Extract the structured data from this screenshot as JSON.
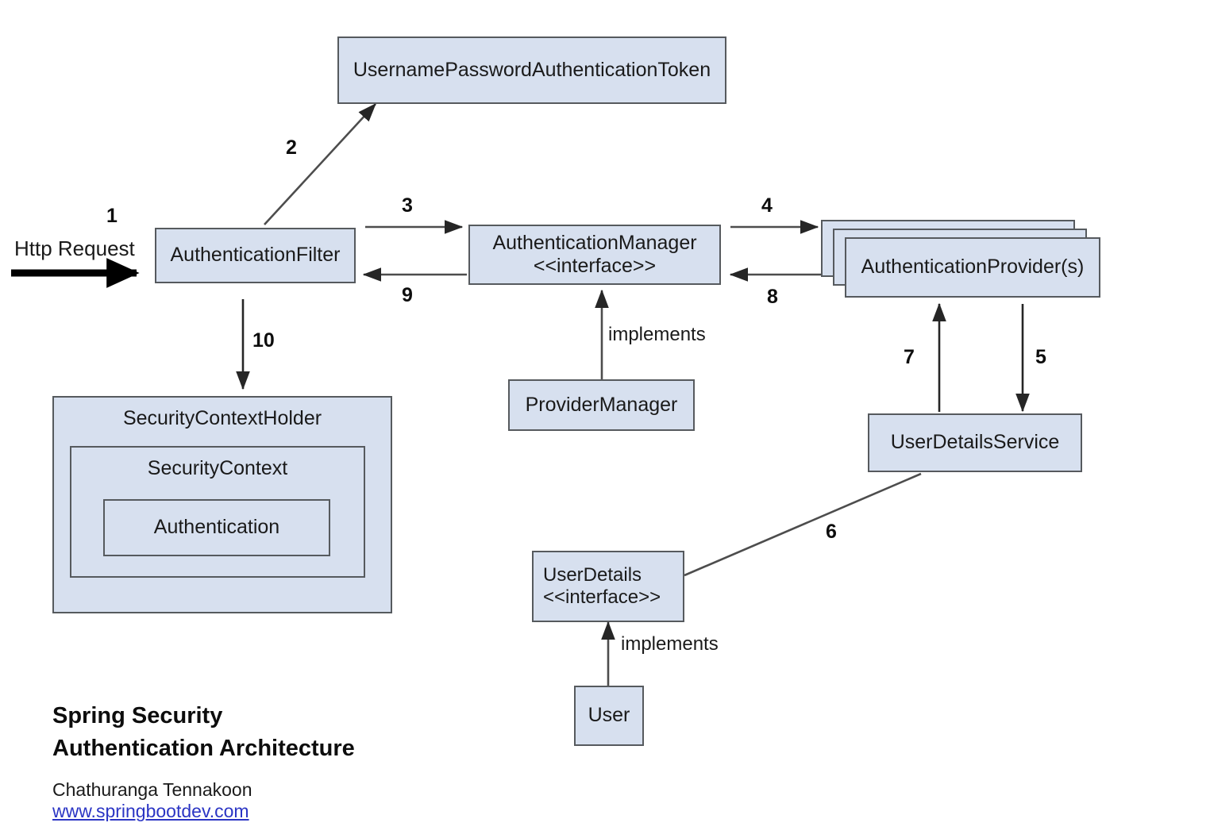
{
  "diagram": {
    "title_lines": [
      "Spring Security",
      "Authentication Architecture"
    ],
    "author": "Chathuranga Tennakoon",
    "website": "www.springbootdev.com",
    "colors": {
      "node_fill": "#d7e0ef",
      "node_border": "#565a5e",
      "link": "#2b35c4",
      "edge": "#4d4d4d",
      "text": "#1a1a1a"
    },
    "nodes": [
      {
        "id": "token",
        "label": "UsernamePasswordAuthenticationToken"
      },
      {
        "id": "auth_filter",
        "label": "AuthenticationFilter"
      },
      {
        "id": "auth_manager",
        "label": "AuthenticationManager\n<<interface>>"
      },
      {
        "id": "auth_provider",
        "label": "AuthenticationProvider(s)"
      },
      {
        "id": "provider_manager",
        "label": "ProviderManager"
      },
      {
        "id": "user_details_service",
        "label": "UserDetailsService"
      },
      {
        "id": "security_context_holder",
        "label": "SecurityContextHolder"
      },
      {
        "id": "security_context",
        "label": "SecurityContext"
      },
      {
        "id": "authentication",
        "label": "Authentication"
      },
      {
        "id": "user_details",
        "label": "UserDetails\n<<interface>>"
      },
      {
        "id": "user",
        "label": "User"
      }
    ],
    "flow_labels": [
      {
        "id": "http_request",
        "text": "Http Request"
      }
    ],
    "edge_labels": [
      {
        "id": "implements_manager",
        "text": "implements"
      },
      {
        "id": "implements_userdetails",
        "text": "implements"
      }
    ],
    "step_numbers": [
      {
        "id": "step-1",
        "text": "1",
        "from": "Http Request",
        "to": "AuthenticationFilter"
      },
      {
        "id": "step-2",
        "text": "2",
        "from": "AuthenticationFilter",
        "to": "UsernamePasswordAuthenticationToken"
      },
      {
        "id": "step-3",
        "text": "3",
        "from": "AuthenticationFilter",
        "to": "AuthenticationManager"
      },
      {
        "id": "step-4",
        "text": "4",
        "from": "AuthenticationManager",
        "to": "AuthenticationProvider(s)"
      },
      {
        "id": "step-5",
        "text": "5",
        "from": "AuthenticationProvider(s)",
        "to": "UserDetailsService"
      },
      {
        "id": "step-6",
        "text": "6",
        "from": "UserDetails",
        "to": "UserDetailsService"
      },
      {
        "id": "step-7",
        "text": "7",
        "from": "UserDetailsService",
        "to": "AuthenticationProvider(s)"
      },
      {
        "id": "step-8",
        "text": "8",
        "from": "AuthenticationProvider(s)",
        "to": "AuthenticationManager"
      },
      {
        "id": "step-9",
        "text": "9",
        "from": "AuthenticationManager",
        "to": "AuthenticationFilter"
      },
      {
        "id": "step-10",
        "text": "10",
        "from": "AuthenticationFilter",
        "to": "SecurityContextHolder"
      }
    ]
  }
}
